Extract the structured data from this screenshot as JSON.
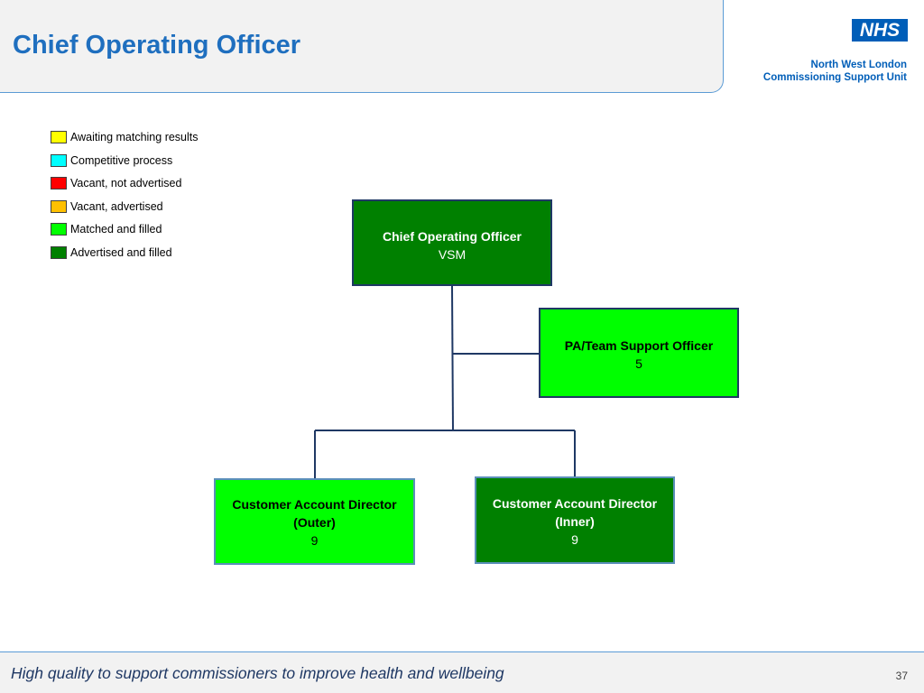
{
  "header": {
    "title": "Chief Operating Officer"
  },
  "logo": {
    "nhs_text": "NHS",
    "org_line_1": "North West London",
    "org_line_2": "Commissioning Support Unit",
    "nhs_color": "#005eb8"
  },
  "legend": {
    "items": [
      {
        "label": "Awaiting matching results",
        "color": "#ffff00"
      },
      {
        "label": "Competitive process",
        "color": "#00ffff"
      },
      {
        "label": "Vacant, not advertised",
        "color": "#ff0000"
      },
      {
        "label": "Vacant, advertised",
        "color": "#ffc000"
      },
      {
        "label": "Matched and filled",
        "color": "#00ff00"
      },
      {
        "label": "Advertised and filled",
        "color": "#008000"
      }
    ]
  },
  "org_chart": {
    "coo": {
      "role": "Chief Operating Officer",
      "grade": "VSM",
      "color": "#008000"
    },
    "pa": {
      "role": "PA/Team Support Officer",
      "grade": "5",
      "color": "#00ff00"
    },
    "cad_outer": {
      "role_line_1": "Customer Account Director",
      "role_line_2": "(Outer)",
      "grade": "9",
      "color": "#00ff00"
    },
    "cad_inner": {
      "role_line_1": "Customer Account Director",
      "role_line_2": "(Inner)",
      "grade": "9",
      "color": "#008000"
    }
  },
  "footer": {
    "tagline": "High quality to support commissioners to improve health and wellbeing",
    "page_number": "37"
  }
}
